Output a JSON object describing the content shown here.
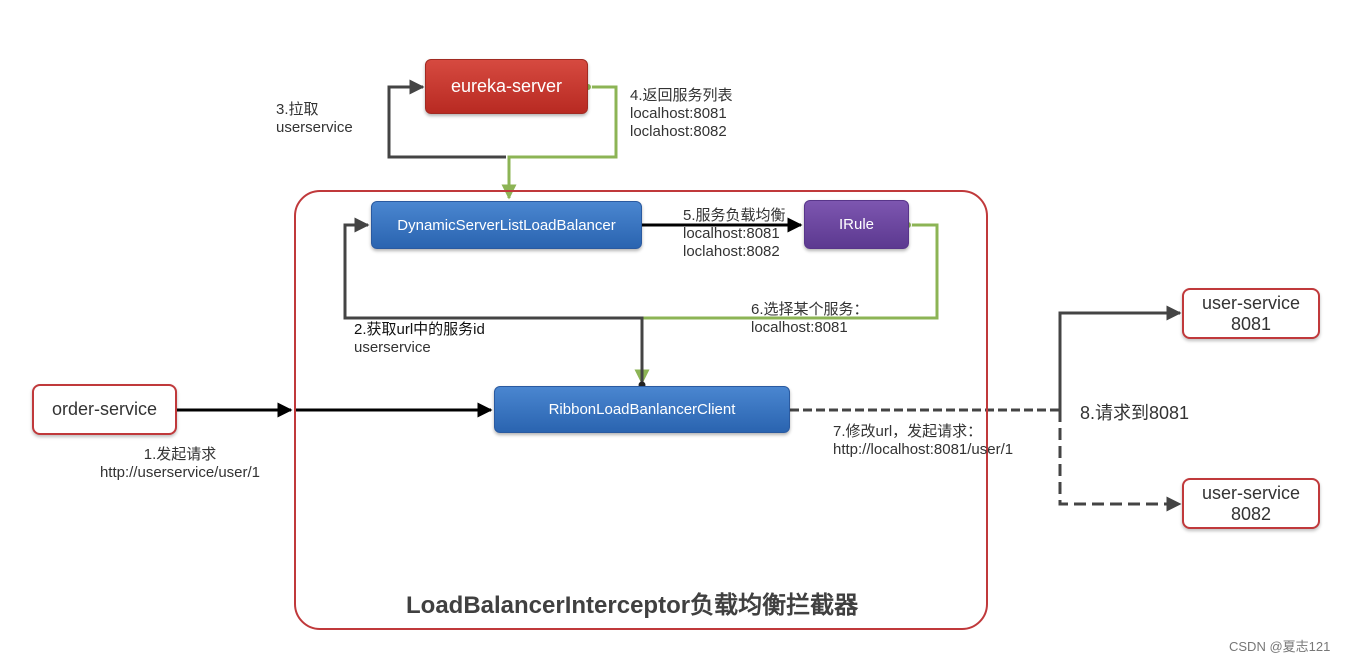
{
  "nodes": {
    "eureka_server": "eureka-server",
    "dynamic_lb": "DynamicServerListLoadBalancer",
    "irule": "IRule",
    "ribbon_client": "RibbonLoadBanlancerClient",
    "order_service": "order-service",
    "user_service_8081": {
      "line1": "user-service",
      "line2": "8081"
    },
    "user_service_8082": {
      "line1": "user-service",
      "line2": "8082"
    }
  },
  "container_title": "LoadBalancerInterceptor负载均衡拦截器",
  "labels": {
    "step1": "1.发起请求\nhttp://userservice/user/1",
    "step2": "2.获取url中的服务id",
    "step2_value": "userservice",
    "step3": "3.拉取\nuserservice",
    "step4": "4.返回服务列表\nlocalhost:8081\nloclahost:8082",
    "step5": "5.服务负载均衡\nlocalhost:8081\nloclahost:8082",
    "step6": "6.选择某个服务：\nlocalhost:8081",
    "step7": "7.修改url，发起请求：\nhttp://localhost:8081/user/1",
    "step8": "8.请求到8081"
  },
  "watermark": "CSDN @夏志121",
  "colors": {
    "box_border_red": "#c0393b",
    "eureka_fill": "#c8362e",
    "blue_fill": "#3a75c4",
    "irule_fill": "#6b47a0",
    "green_arrow": "#8cb455",
    "dark_arrow": "#444444",
    "black_arrow": "#000000"
  }
}
